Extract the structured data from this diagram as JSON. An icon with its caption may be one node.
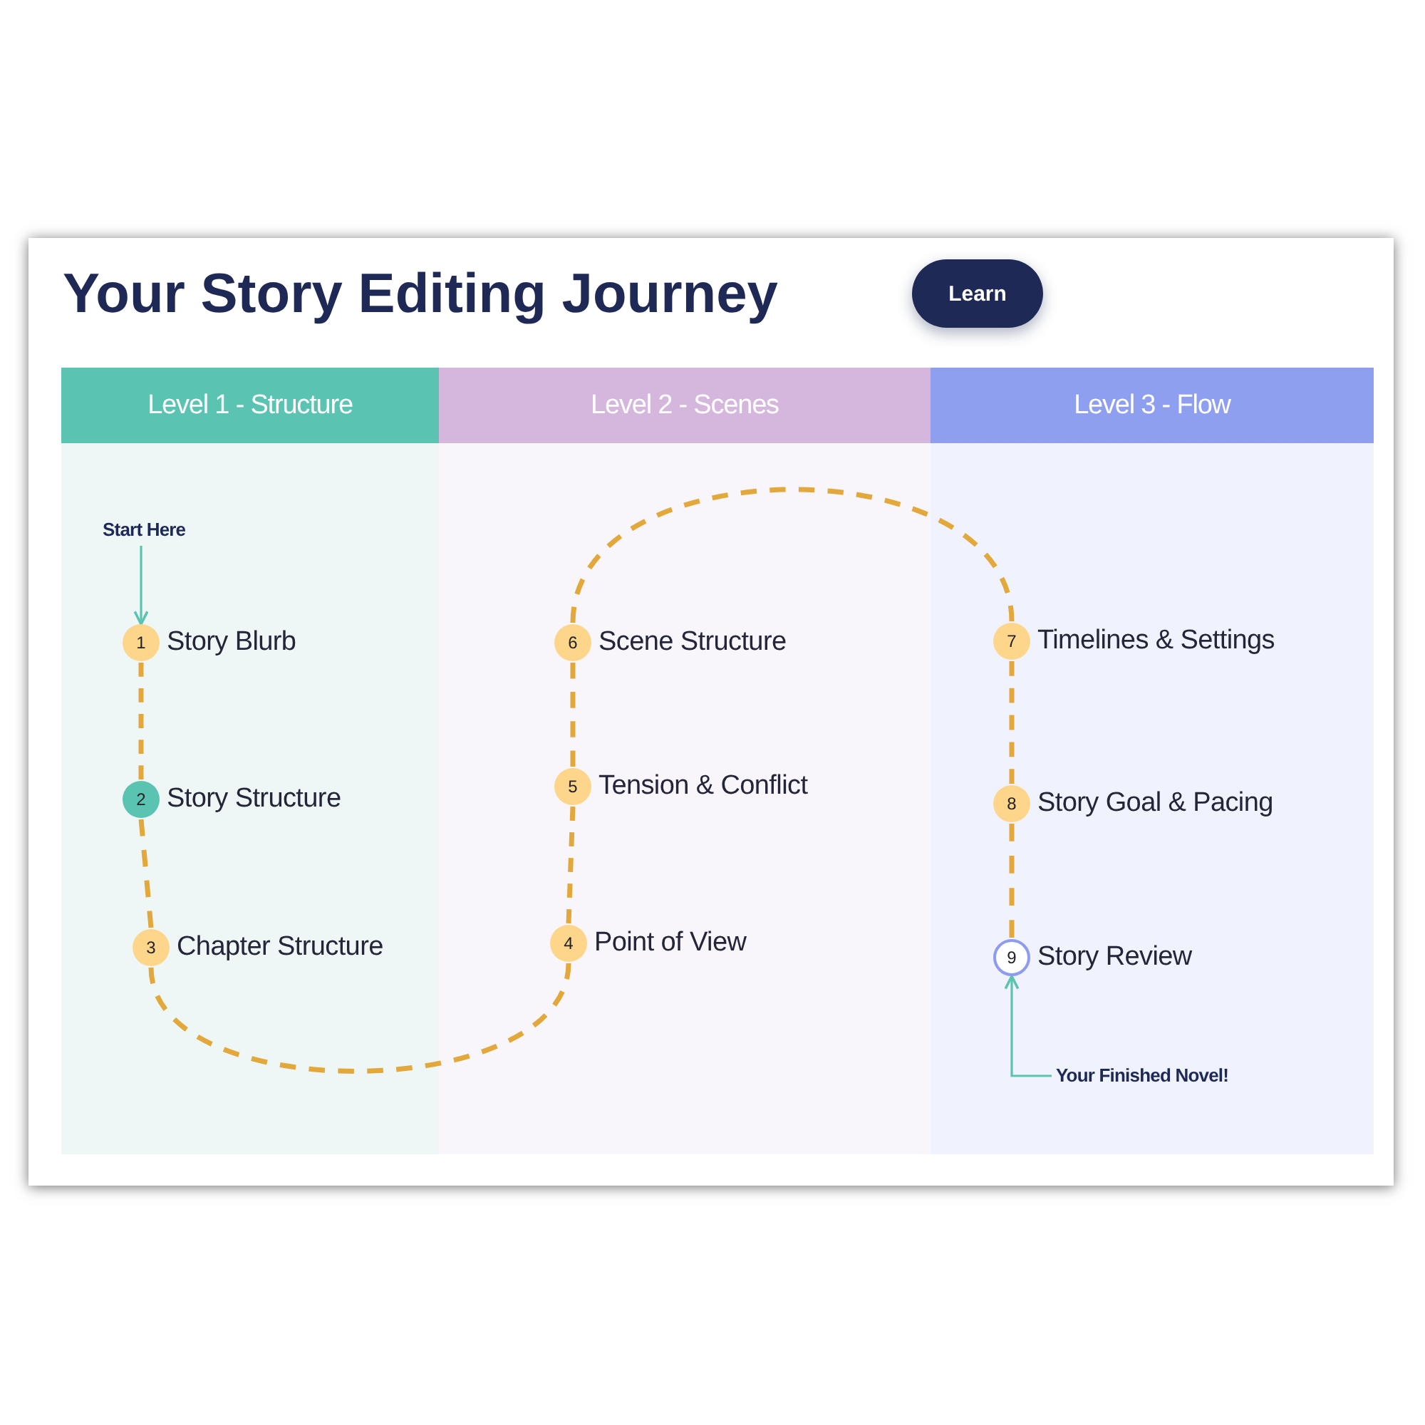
{
  "diagram": {
    "title": "Your Story Editing Journey",
    "nodes": [
      {
        "text": [
          "Level 1 - Structure"
        ]
      },
      {
        "text": [
          "Start Here"
        ],
        "in": 0
      },
      {
        "text": [
          "1"
        ],
        "beside": [
          "Story Blurb"
        ],
        "in": 0
      },
      {
        "text": [
          "2"
        ],
        "beside": [
          "Story Structure"
        ],
        "in": 0
      },
      {
        "text": [
          "3"
        ],
        "beside": [
          "Chapter Structure"
        ],
        "in": 0
      },
      {
        "text": [
          "Level 2 - Scenes"
        ]
      },
      {
        "text": [
          "6"
        ],
        "beside": [
          "Scene Structure"
        ],
        "in": 5
      },
      {
        "text": [
          "5"
        ],
        "beside": [
          "Tension & Conflict"
        ],
        "in": 5
      },
      {
        "text": [
          "4"
        ],
        "beside": [
          "Point of View"
        ],
        "in": 5
      },
      {
        "text": [
          "Level 3 - Flow"
        ]
      },
      {
        "text": [
          "7"
        ],
        "beside": [
          "Timelines & Settings"
        ],
        "in": 9
      },
      {
        "text": [
          "8"
        ],
        "beside": [
          "Story Goal & Pacing"
        ],
        "in": 9
      },
      {
        "text": [
          "9"
        ],
        "beside": [
          "Story Review"
        ],
        "in": 9
      },
      {
        "text": [
          "Your Finished Novel!"
        ],
        "in": 9
      }
    ],
    "edges": [
      {
        "from": 1,
        "to": 2,
        "arrow": "to",
        "color": "#5cc3b0"
      },
      {
        "from": 2,
        "to": 3,
        "arrow": "none",
        "style": "dashed"
      },
      {
        "from": 3,
        "to": 4,
        "arrow": "none",
        "style": "dashed"
      },
      {
        "from": 4,
        "to": 8,
        "arrow": "none",
        "style": "dashed"
      },
      {
        "from": 8,
        "to": 7,
        "arrow": "none",
        "style": "dashed"
      },
      {
        "from": 7,
        "to": 6,
        "arrow": "none",
        "style": "dashed"
      },
      {
        "from": 6,
        "to": 10,
        "arrow": "none",
        "style": "dashed"
      },
      {
        "from": 10,
        "to": 11,
        "arrow": "none",
        "style": "dashed"
      },
      {
        "from": 11,
        "to": 12,
        "arrow": "none",
        "style": "dashed"
      },
      {
        "from": 13,
        "to": 12,
        "arrow": "to",
        "color": "#5cc3b0"
      }
    ],
    "labels": [
      "Learn"
    ]
  }
}
